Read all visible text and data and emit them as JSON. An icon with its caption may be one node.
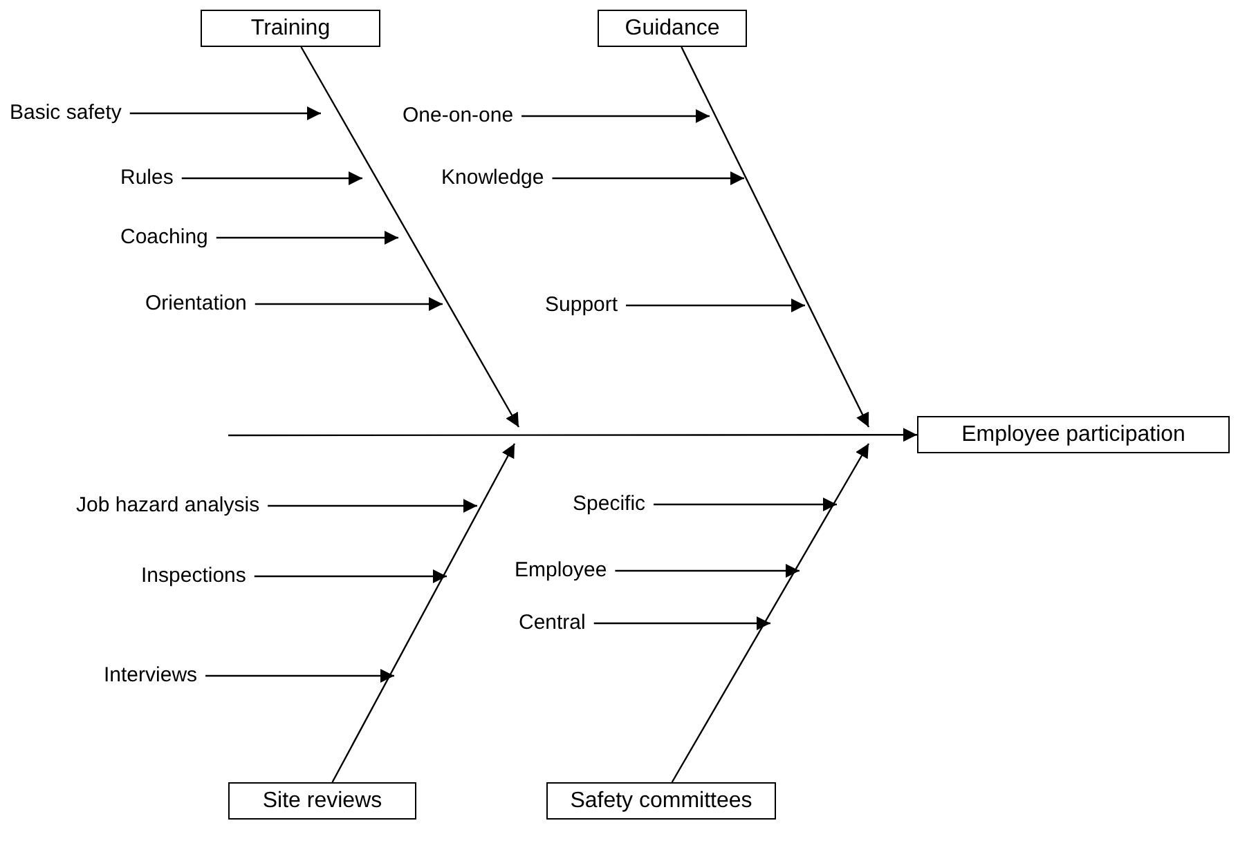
{
  "diagram": {
    "nodes": [
      {
        "text": [
          "Training"
        ]
      },
      {
        "text": [
          "Guidance"
        ]
      },
      {
        "text": [
          "Employee participation"
        ]
      },
      {
        "text": [
          "Site reviews"
        ]
      },
      {
        "text": [
          "Safety committees"
        ]
      },
      {
        "text": [
          "Basic safety"
        ]
      },
      {
        "text": [
          "Rules"
        ]
      },
      {
        "text": [
          "Coaching"
        ]
      },
      {
        "text": [
          "Orientation"
        ]
      },
      {
        "text": [
          "One-on-one"
        ]
      },
      {
        "text": [
          "Knowledge"
        ]
      },
      {
        "text": [
          "Support"
        ]
      },
      {
        "text": [
          "Job hazard analysis"
        ]
      },
      {
        "text": [
          "Inspections"
        ]
      },
      {
        "text": [
          "Interviews"
        ]
      },
      {
        "text": [
          "Specific"
        ]
      },
      {
        "text": [
          "Employee"
        ]
      },
      {
        "text": [
          "Central"
        ]
      }
    ],
    "edges": [
      {
        "from": 0,
        "to": null,
        "arrow": "to"
      },
      {
        "from": 1,
        "to": null,
        "arrow": "to"
      },
      {
        "from": 3,
        "to": null,
        "arrow": "to"
      },
      {
        "from": 4,
        "to": null,
        "arrow": "to"
      },
      {
        "from": null,
        "to": 2,
        "arrow": "to"
      },
      {
        "from": 5,
        "to": null,
        "arrow": "to"
      },
      {
        "from": 6,
        "to": null,
        "arrow": "to"
      },
      {
        "from": 7,
        "to": null,
        "arrow": "to"
      },
      {
        "from": 8,
        "to": null,
        "arrow": "to"
      },
      {
        "from": 9,
        "to": null,
        "arrow": "to"
      },
      {
        "from": 10,
        "to": null,
        "arrow": "to"
      },
      {
        "from": 11,
        "to": null,
        "arrow": "to"
      },
      {
        "from": 12,
        "to": null,
        "arrow": "to"
      },
      {
        "from": 13,
        "to": null,
        "arrow": "to"
      },
      {
        "from": 14,
        "to": null,
        "arrow": "to"
      },
      {
        "from": 15,
        "to": null,
        "arrow": "to"
      },
      {
        "from": 16,
        "to": null,
        "arrow": "to"
      },
      {
        "from": 17,
        "to": null,
        "arrow": "to"
      }
    ]
  }
}
